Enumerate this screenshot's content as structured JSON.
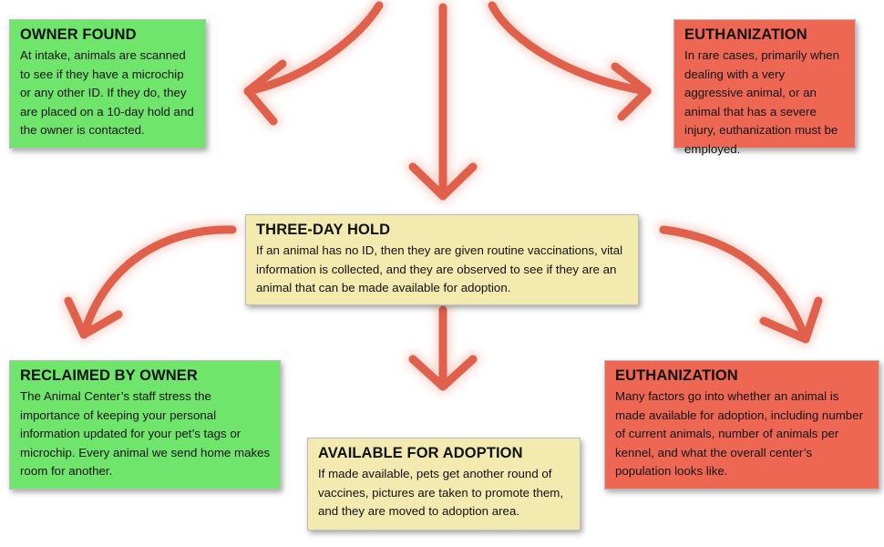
{
  "colors": {
    "positive": "#6fe56c",
    "negative": "#ee6753",
    "neutral": "#f3eab0",
    "arrow": "#e0604b"
  },
  "boxes": {
    "owner_found": {
      "title": "OWNER FOUND",
      "text": "At intake, animals are scanned to see if they have a microchip or any other ID. If they do, they are placed on a 10-day hold and the owner is contacted."
    },
    "euthanization_top": {
      "title": "EUTHANIZATION",
      "text": "In rare cases, primarily when dealing with a very aggressive animal, or an animal that has a severe injury, euthanization must be employed."
    },
    "three_day_hold": {
      "title": "THREE-DAY HOLD",
      "text": "If an animal has no ID, then they are given routine vaccinations, vital information is collected, and they are observed to see if they are an animal that can be made available for adoption."
    },
    "reclaimed_by_owner": {
      "title": "RECLAIMED BY OWNER",
      "text": "The Animal Center’s staff stress the importance of keeping your personal information updated for your pet’s tags or microchip. Every animal we send home makes room for another."
    },
    "available_for_adoption": {
      "title": "AVAILABLE FOR ADOPTION",
      "text": "If made available, pets get another round of vaccines, pictures are taken to promote them, and they are moved to adoption area."
    },
    "euthanization_bottom": {
      "title": "EUTHANIZATION",
      "text": "Many factors go into whether an animal is made available for adoption, including number of current animals, number of animals per kennel, and what the overall center’s population looks like."
    }
  }
}
